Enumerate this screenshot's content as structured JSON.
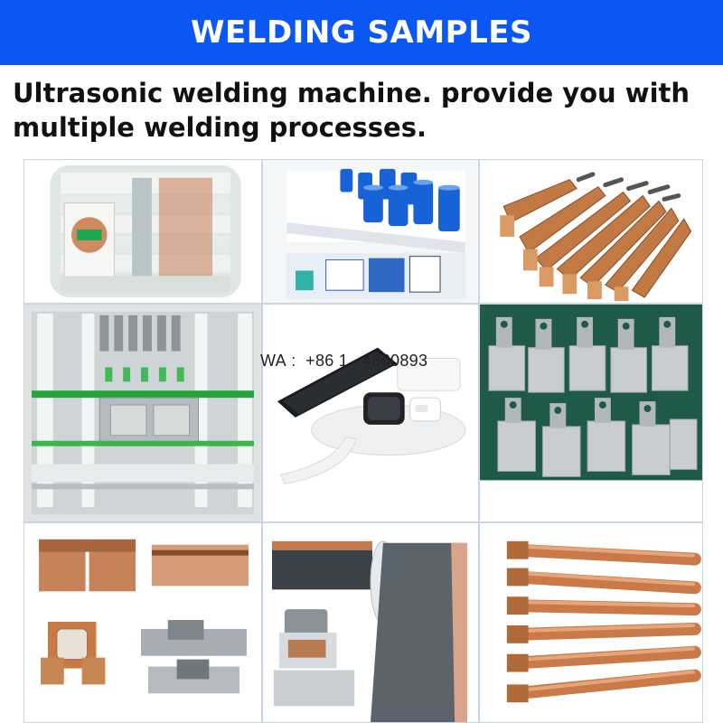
{
  "banner": {
    "title": "WELDING SAMPLES",
    "color": "#0a57f4"
  },
  "headline": {
    "line1": "Ultrasonic welding machine. provide you with",
    "line2": "multiple welding processes."
  },
  "watermark": {
    "text": "WA :  +86 1   4860893"
  },
  "samples": [
    {
      "id": "battery-pouch-stack",
      "icon": "battery-pouch-photo"
    },
    {
      "id": "blue-cylindrical-cells",
      "icon": "cylinder-battery-photo"
    },
    {
      "id": "braided-copper-straps",
      "icon": "braided-strap-photo"
    },
    {
      "id": "welding-production-line",
      "icon": "production-line-photo"
    },
    {
      "id": "wireless-charger",
      "icon": "phone-charger-photo"
    },
    {
      "id": "nickel-tabs",
      "icon": "metal-tab-photo"
    },
    {
      "id": "copper-foil-tabs",
      "icon": "copper-foil-photo"
    },
    {
      "id": "electrode-foil-roll",
      "icon": "foil-roll-photo"
    },
    {
      "id": "copper-tubes",
      "icon": "copper-tube-photo"
    }
  ]
}
